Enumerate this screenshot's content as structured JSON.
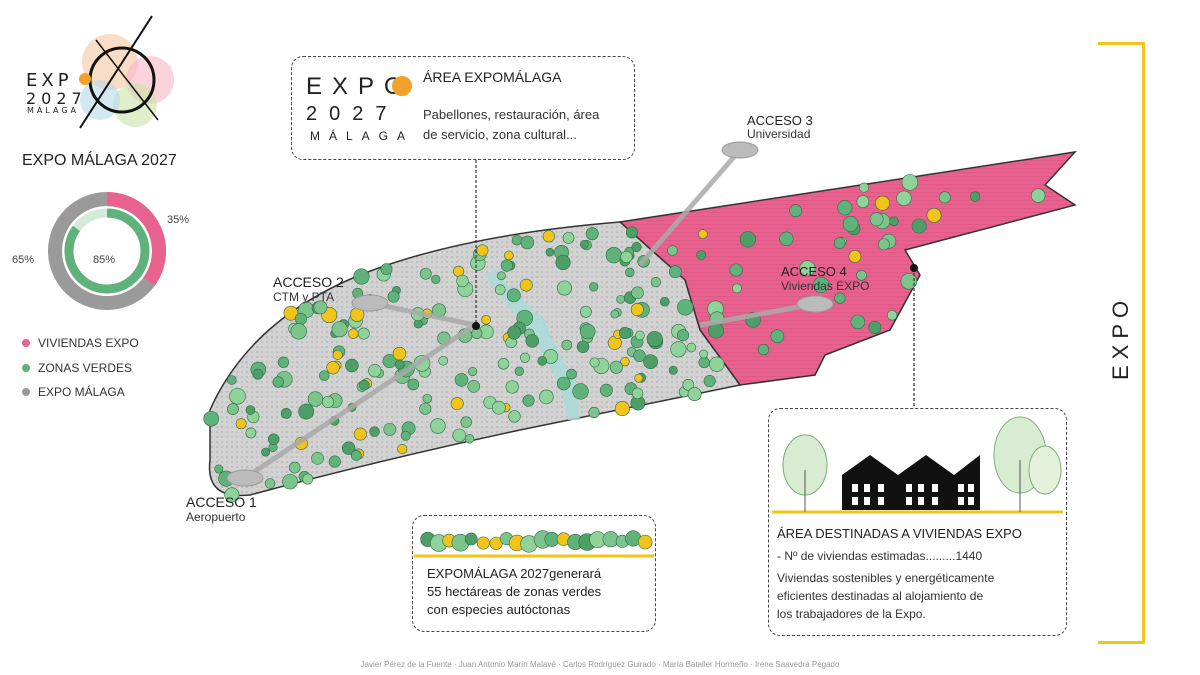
{
  "logo": {
    "line1": "EXP",
    "line2": "2027",
    "line3": "MÁLAGA"
  },
  "sidebar": {
    "title": "EXPO MÁLAGA 2027",
    "donut_labels": {
      "outer_pink": "35%",
      "outer_gray": "65%",
      "inner_green": "85%"
    },
    "legend": [
      {
        "label": "VIVIENDAS EXPO",
        "color": "#e8628f"
      },
      {
        "label": "ZONAS VERDES",
        "color": "#5fb37a"
      },
      {
        "label": "EXPO MÁLAGA",
        "color": "#9a9a9a"
      }
    ]
  },
  "callout_top": {
    "logo_line1": "EXPO",
    "logo_line2": "2027",
    "logo_line3": "MÁLAGA",
    "title": "ÁREA EXPOMÁLAGA",
    "line1": "Pabellones, restauración, área",
    "line2": "de servicio, zona cultural..."
  },
  "access": [
    {
      "title": "ACCESO 1",
      "subtitle": "Aeropuerto"
    },
    {
      "title": "ACCESO 2",
      "subtitle": "CTM y PTA"
    },
    {
      "title": "ACCESO 3",
      "subtitle": "Universidad"
    },
    {
      "title": "ACCESO 4",
      "subtitle": "Viviendas EXPO"
    }
  ],
  "callout_bottom_center": {
    "line1": "EXPOMÁLAGA 2027generará",
    "line2": "55 hectáreas de zonas verdes",
    "line3": "con especies autóctonas"
  },
  "callout_bottom_right": {
    "title": "ÁREA DESTINADAS A VIVIENDAS EXPO",
    "count_line": "- Nº de viviendas estimadas.........1440",
    "line1": "Viviendas sostenibles y energéticamente",
    "line2": "eficientes destinadas al alojamiento de",
    "line3": "los trabajadores de la Expo."
  },
  "side_label": "EXPO",
  "credits": "Javier Pérez de la Fuente   ·   Juan Antonio Marín Malavé   ·   Carlos Rodríguez Guirado   ·   María Bataller Hormeño   ·   Irene Saavedra Pegado",
  "colors": {
    "pink": "#e8628f",
    "green": "#5fb37a",
    "gray": "#9a9a9a",
    "yellow": "#f2c31a",
    "water": "#a9dcd9"
  }
}
